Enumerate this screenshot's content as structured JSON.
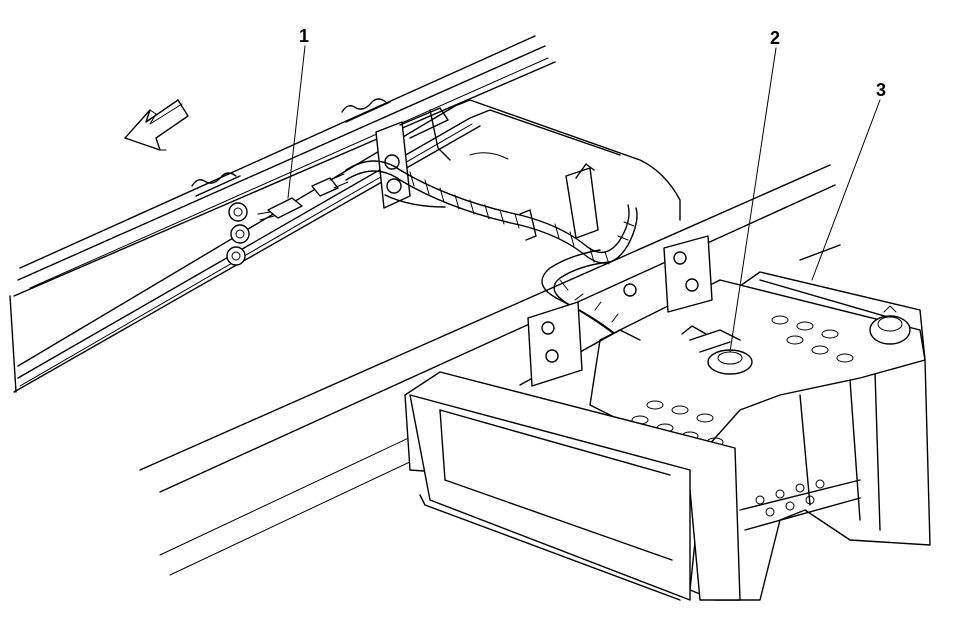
{
  "callouts": [
    {
      "id": "1",
      "label": "1"
    },
    {
      "id": "2",
      "label": "2"
    },
    {
      "id": "3",
      "label": "3"
    }
  ],
  "icons": {
    "direction_arrow": "forward-direction-arrow-icon"
  }
}
